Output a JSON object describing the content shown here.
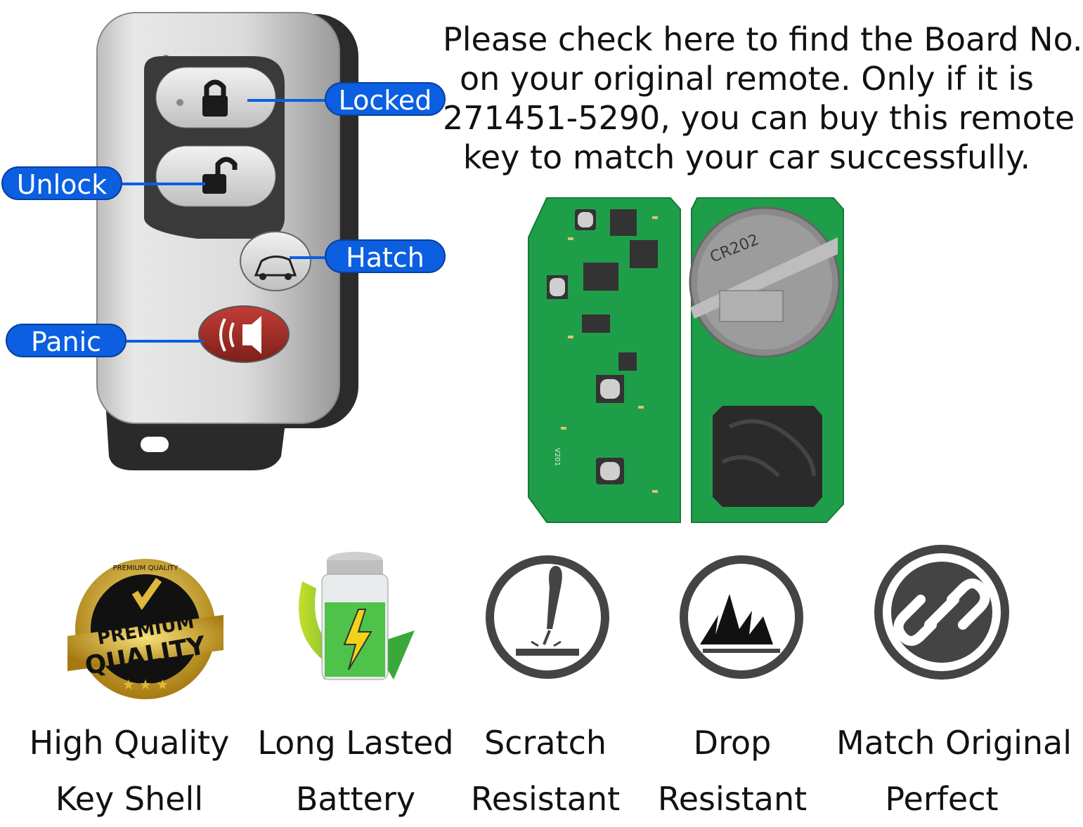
{
  "heading": {
    "lines": [
      "Please check here to find the Board No.",
      "on your original remote. Only if it is",
      "271451-5290, you can buy this remote",
      "key to match your car successfully."
    ]
  },
  "remote": {
    "callouts": {
      "locked": "Locked",
      "unlock": "Unlock",
      "hatch": "Hatch",
      "panic": "Panic"
    },
    "colors": {
      "callout": "#0b5fe0",
      "panic_button": "#a3302a",
      "shell": "#d6d6d6"
    }
  },
  "pcb": {
    "battery_label": "CR202",
    "board_mark": "V201",
    "color": "#1f9e4a"
  },
  "badge": {
    "top_text": "PREMIUM QUALITY",
    "main_1": "PREMIUM",
    "main_2": "QUALITY"
  },
  "features": [
    {
      "line1": "High Quality",
      "line2": "Key Shell",
      "icon": "premium-quality-badge-icon"
    },
    {
      "line1": "Long Lasted",
      "line2": "Battery",
      "icon": "battery-charge-icon"
    },
    {
      "line1": "Scratch",
      "line2": "Resistant",
      "icon": "scratch-icon"
    },
    {
      "line1": "Drop",
      "line2": "Resistant",
      "icon": "drop-impact-icon"
    },
    {
      "line1": "Match Original",
      "line2": "Perfect",
      "icon": "chain-link-icon"
    }
  ]
}
